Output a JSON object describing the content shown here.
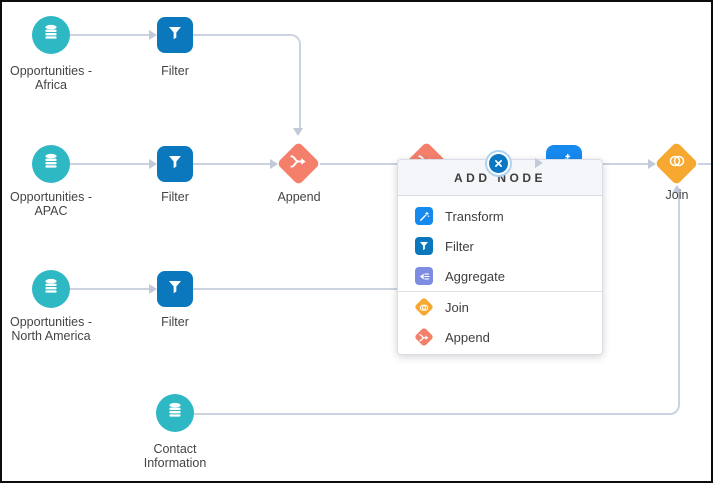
{
  "canvas": {
    "nodes": {
      "opp_africa": {
        "type": "dataset",
        "icon": "database-icon",
        "label_lines": [
          "Opportunities -",
          "Africa"
        ]
      },
      "filter_africa": {
        "type": "filter",
        "icon": "filter-icon",
        "label": "Filter"
      },
      "opp_apac": {
        "type": "dataset",
        "icon": "database-icon",
        "label_lines": [
          "Opportunities -",
          "APAC"
        ]
      },
      "filter_apac": {
        "type": "filter",
        "icon": "filter-icon",
        "label": "Filter"
      },
      "append": {
        "type": "append",
        "icon": "append-icon",
        "label": "Append"
      },
      "opp_na": {
        "type": "dataset",
        "icon": "database-icon",
        "label_lines": [
          "Opportunities -",
          "North America"
        ]
      },
      "filter_na": {
        "type": "filter",
        "icon": "filter-icon",
        "label": "Filter"
      },
      "contact": {
        "type": "dataset",
        "icon": "database-icon",
        "label_lines": [
          "Contact",
          "Information"
        ]
      },
      "join": {
        "type": "join",
        "icon": "join-icon",
        "label": "Join"
      },
      "hidden_append": {
        "type": "append",
        "icon": "append-icon",
        "label": ""
      },
      "hidden_transform": {
        "type": "transform",
        "icon": "transform-icon",
        "label": ""
      }
    },
    "popup": {
      "title": "ADD NODE",
      "close_icon": "close-icon",
      "items": [
        {
          "label": "Transform",
          "icon": "transform-icon"
        },
        {
          "label": "Filter",
          "icon": "filter-icon"
        },
        {
          "label": "Aggregate",
          "icon": "aggregate-icon"
        },
        {
          "label": "Join",
          "icon": "join-icon"
        },
        {
          "label": "Append",
          "icon": "append-icon"
        }
      ]
    },
    "colors": {
      "dataset_teal": "#2db8c4",
      "filter_blue": "#0b77bd",
      "transform_blue": "#1589ee",
      "aggregate_periwinkle": "#7d8be0",
      "append_coral": "#f4806c",
      "join_amber": "#f6a830",
      "edge_gray": "#ccd3e0",
      "popup_header_bg": "#f4f6fa",
      "popup_border": "#d8dde6",
      "close_blue": "#0b76c2",
      "close_ring": "#aed3f1",
      "text_dark": "#3e3e3c"
    }
  }
}
